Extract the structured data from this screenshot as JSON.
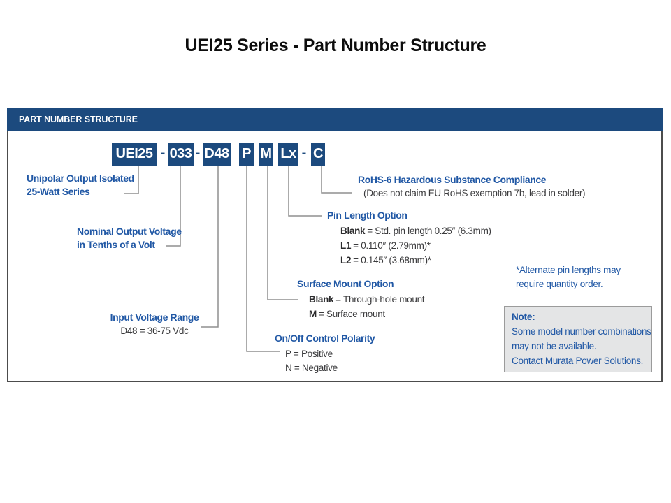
{
  "title": "UEI25 Series - Part Number Structure",
  "panel": {
    "header": "PART NUMBER STRUCTURE",
    "part_number": {
      "separator": "-",
      "segments": [
        {
          "label": "UEI25"
        },
        {
          "label": "033"
        },
        {
          "label": "D48"
        },
        {
          "label": "P"
        },
        {
          "label": "M"
        },
        {
          "label": "Lx"
        },
        {
          "label": "C"
        }
      ]
    },
    "callouts": {
      "series": {
        "line1": "Unipolar Output Isolated",
        "line2": "25-Watt Series"
      },
      "nominal_voltage": {
        "line1": "Nominal Output Voltage",
        "line2": "in Tenths of a Volt"
      },
      "input_voltage": {
        "heading": "Input Voltage Range",
        "value": "D48 = 36-75 Vdc"
      },
      "onoff_polarity": {
        "heading": "On/Off Control Polarity",
        "options": [
          "P = Positive",
          "N = Negative"
        ]
      },
      "surface_mount": {
        "heading": "Surface Mount Option",
        "options": [
          {
            "key": "Blank",
            "desc": "= Through-hole mount"
          },
          {
            "key": "M",
            "desc": "= Surface mount"
          }
        ]
      },
      "pin_length": {
        "heading": "Pin Length Option",
        "options": [
          {
            "key": "Blank",
            "desc": "= Std. pin length 0.25″ (6.3mm)"
          },
          {
            "key": "L1",
            "desc": "= 0.110″ (2.79mm)*"
          },
          {
            "key": "L2",
            "desc": "= 0.145″ (3.68mm)*"
          }
        ]
      },
      "rohs": {
        "heading": "RoHS-6 Hazardous Substance Compliance",
        "sub": "(Does not claim EU RoHS exemption 7b, lead in solder)"
      }
    },
    "alternate_note": {
      "line1": "*Alternate pin lengths may",
      "line2": "require quantity order."
    },
    "note_box": {
      "heading": "Note:",
      "lines": [
        "Some model number combinations",
        "may not be available.",
        "Contact Murata Power Solutions."
      ]
    }
  },
  "colors": {
    "navy": "#1c4a7e",
    "heading_blue": "#2158a5",
    "body_text": "#3b3b3d",
    "connector_gray": "#8f8f8f",
    "note_bg": "#e4e5e6"
  }
}
